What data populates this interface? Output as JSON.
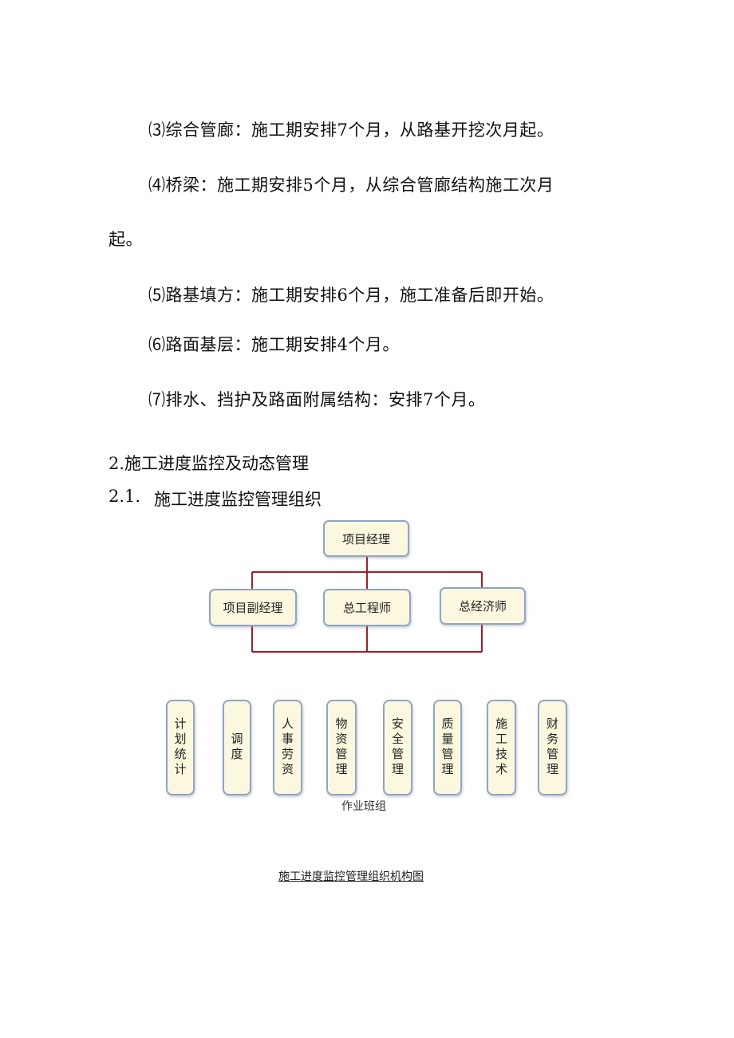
{
  "paragraphs": [
    "⑶综合管廊：施工期安排7个月，从路基开挖次月起。",
    "⑷桥梁：施工期安排5个月，从综合管廊结构施工次月",
    "起。",
    "⑸路基填方：施工期安排6个月，施工准备后即开始。",
    "⑹路面基层：施工期安排4个月。",
    "⑺排水、挡护及路面附属结构：安排7个月。"
  ],
  "headings": {
    "h2": "2.施工进度监控及动态管理",
    "h3_num": "2.1.",
    "h3_text": "施工进度监控管理组织"
  },
  "org": {
    "top": "项目经理",
    "level2": [
      "项目副经理",
      "总工程师",
      "总经济师"
    ],
    "departments": [
      "计划统计",
      "调度",
      "人事劳资",
      "物资管理",
      "安全管理",
      "质量管理",
      "施工技术",
      "财务管理"
    ],
    "bottom_label": "作业班组",
    "line_color": "#a0202a",
    "box_border_color": "#8fa4c8",
    "box_fill_color": "#fbf8df"
  },
  "caption": "施工进度监控管理组织机构图"
}
